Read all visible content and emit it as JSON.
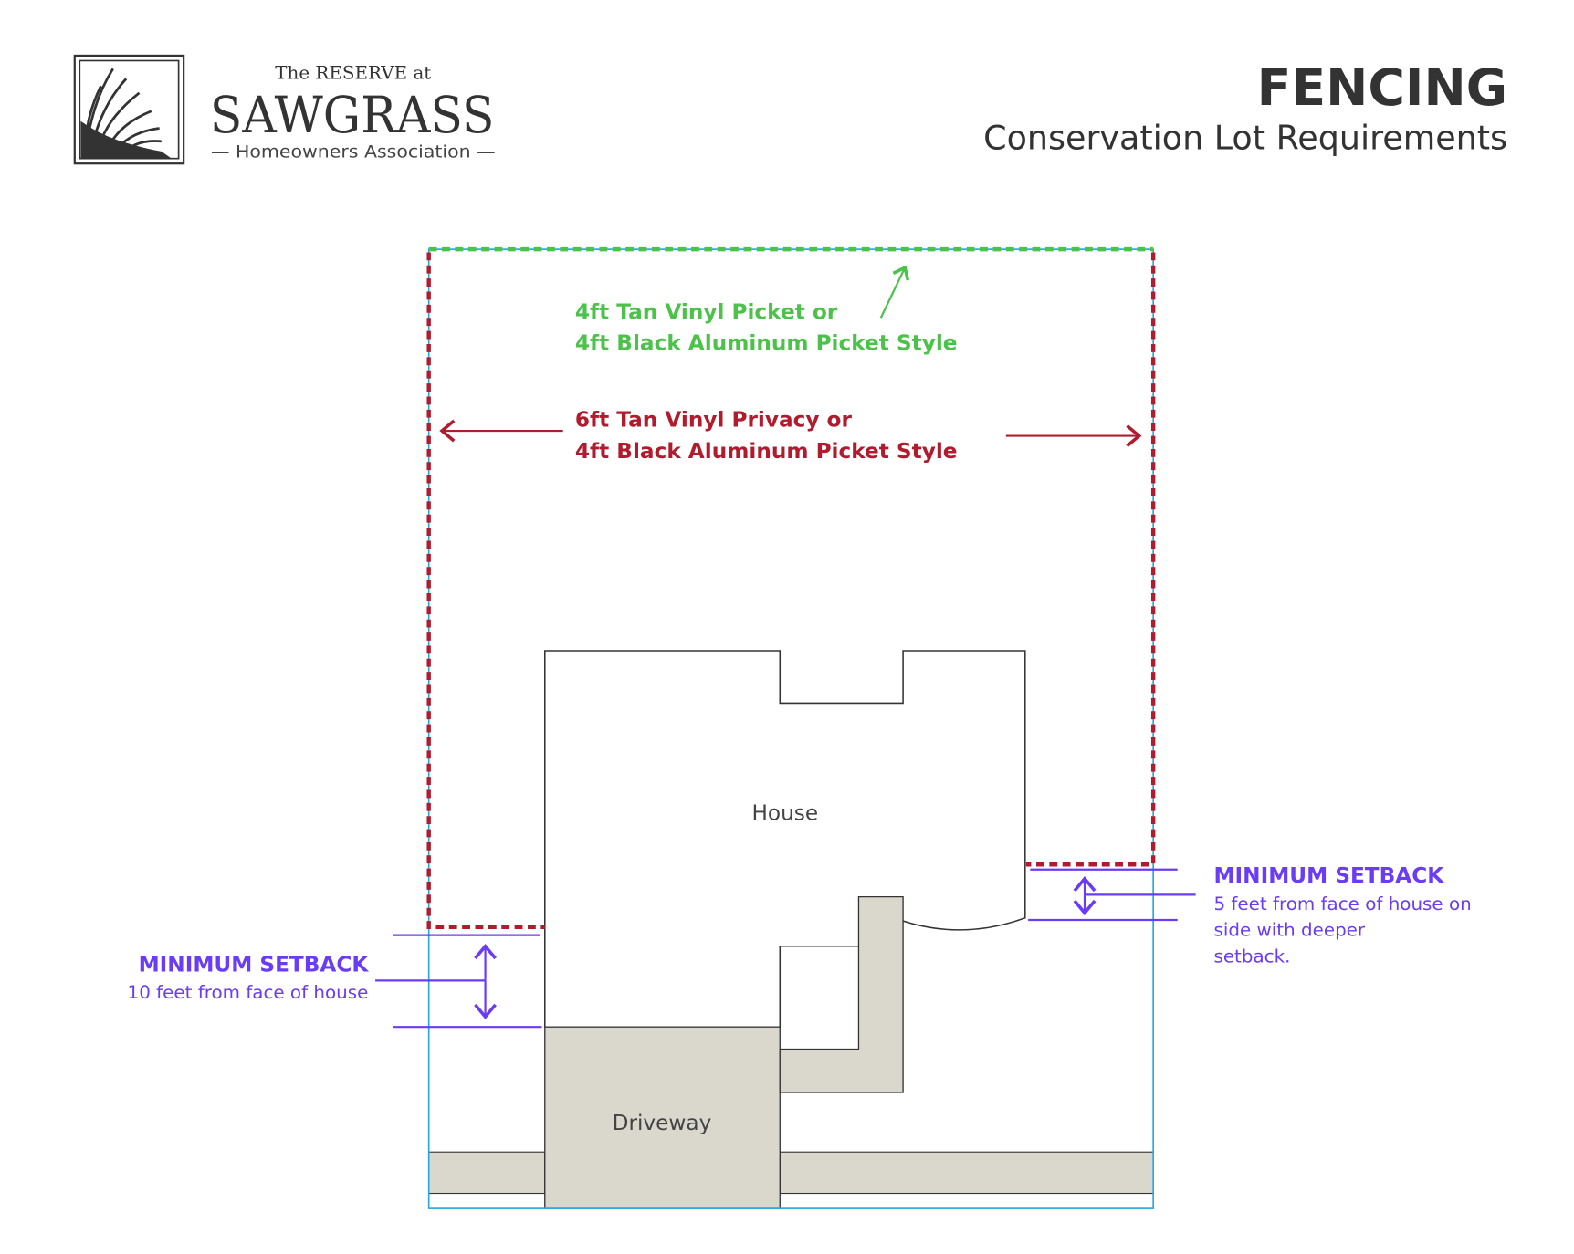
{
  "logo": {
    "line1": "The RESERVE at",
    "line2": "SAWGRASS",
    "line3": "— Homeowners Association —"
  },
  "header": {
    "title": "FENCING",
    "subtitle": "Conservation Lot Requirements"
  },
  "labels": {
    "green_1": "4ft Tan Vinyl Picket or",
    "green_2": "4ft Black Aluminum Picket Style",
    "red_1": "6ft Tan Vinyl Privacy or",
    "red_2": "4ft Black Aluminum Picket Style",
    "house": "House",
    "driveway": "Driveway"
  },
  "setback_left": {
    "title": "MINIMUM SETBACK",
    "text": "10 feet from face of house"
  },
  "setback_right": {
    "title": "MINIMUM SETBACK",
    "lines": [
      "5 feet from face of house on",
      "side with deeper",
      "setback."
    ]
  },
  "colors": {
    "green": "#4cc24a",
    "red": "#b01c2e",
    "purple": "#6a3cf5",
    "blue": "#29a8e0",
    "paving": "#dad8cc",
    "dark": "#333333"
  }
}
